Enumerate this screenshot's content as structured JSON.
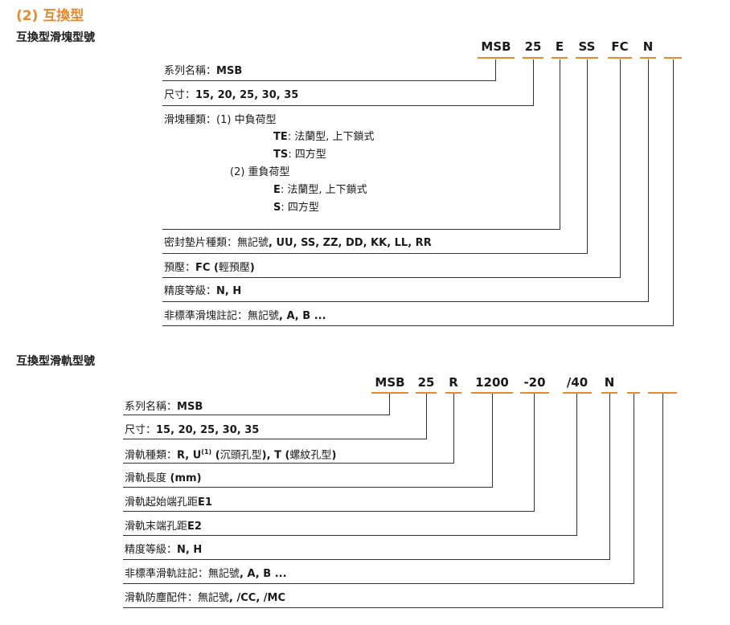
{
  "colors": {
    "accent": "#e8892b",
    "line": "#333333",
    "text": "#1a1a1a"
  },
  "section": {
    "title": "(2) 互換型"
  },
  "block": {
    "title": "互換型滑塊型號",
    "code": [
      "MSB",
      "25",
      "E",
      "SS",
      "FC",
      "N"
    ],
    "rows": {
      "series": {
        "label": "系列名稱：",
        "value": "MSB"
      },
      "size": {
        "label": "尺寸：",
        "value": "15, 20, 25, 30, 35"
      },
      "type": {
        "label": "滑塊種類：",
        "medium": {
          "label": "(1) 中負荷型",
          "te_code": "TE",
          "te_desc": ": 法蘭型, 上下鎖式",
          "ts_code": "TS",
          "ts_desc": ": 四方型"
        },
        "heavy": {
          "label": "(2) 重負荷型",
          "e_code": "E",
          "e_desc": ": 法蘭型, 上下鎖式",
          "s_code": "S",
          "s_desc": ": 四方型"
        }
      },
      "seal": {
        "label": "密封墊片種類：",
        "none": "無記號",
        "value": ", UU, SS, ZZ, DD, KK, LL, RR"
      },
      "preload": {
        "label": "預壓：",
        "value": "FC (",
        "value_cjk": "輕預壓",
        "value_end": ")"
      },
      "accuracy": {
        "label": "精度等級：",
        "value": "N, H"
      },
      "nonstd": {
        "label": "非標準滑塊註記：",
        "none": "無記號",
        "value": ", A, B ..."
      }
    }
  },
  "rail": {
    "title": "互換型滑軌型號",
    "code": [
      "MSB",
      "25",
      "R",
      "1200",
      "-20",
      "/40",
      "N"
    ],
    "rows": {
      "series": {
        "label": "系列名稱：",
        "value": "MSB"
      },
      "size": {
        "label": "尺寸：",
        "value": "15, 20, 25, 30, 35"
      },
      "type": {
        "label": "滑軌種類：",
        "value_a": "R, U",
        "sup": "(1)",
        "value_b": " (",
        "cjk_b": "沉頭孔型",
        "value_c": "), T (",
        "cjk_c": "螺紋孔型",
        "value_d": ")"
      },
      "length": {
        "label": "滑軌長度",
        "value": " (mm)"
      },
      "e1": {
        "label": "滑軌起始端孔距",
        "value": "E1"
      },
      "e2": {
        "label": "滑軌末端孔距",
        "value": "E2"
      },
      "accuracy": {
        "label": "精度等級：",
        "value": "N, H"
      },
      "nonstd": {
        "label": "非標準滑軌註記：",
        "none": "無記號",
        "value": ", A, B ..."
      },
      "dust": {
        "label": "滑軌防塵配件：",
        "none": "無記號",
        "value": ", /CC, /MC"
      }
    }
  }
}
